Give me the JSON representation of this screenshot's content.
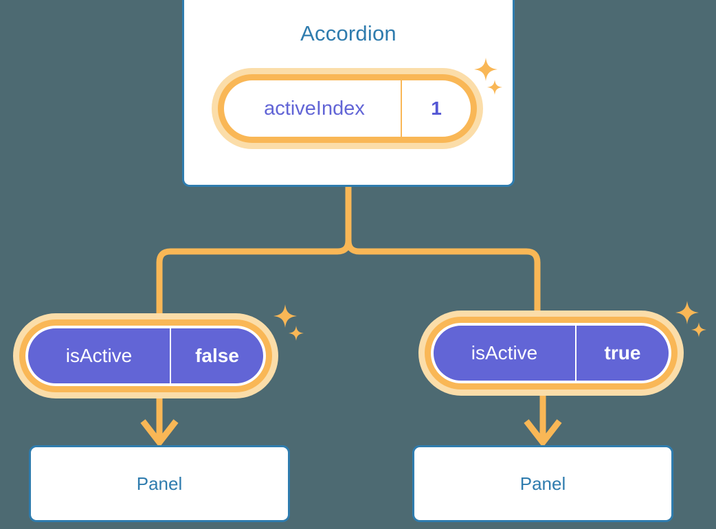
{
  "background_color": "#4d6a72",
  "palette": {
    "card_border": "#2f7cae",
    "card_text": "#2f7cae",
    "card_fill": "#ffffff",
    "accent_orange": "#f9b756",
    "accent_orange_glow": "#fbdda9",
    "state_purple": "#6265d6",
    "state_value_purple": "#5457d4",
    "state_text_light": "#ffffff"
  },
  "diagram": {
    "type": "component-state-tree",
    "root": {
      "name": "accordion-card",
      "title": "Accordion",
      "state": {
        "key": "activeIndex",
        "value": "1",
        "style": "light"
      },
      "sparkles": [
        "sparkle-large",
        "sparkle-small"
      ]
    },
    "children": [
      {
        "name": "panel-left",
        "state": {
          "key": "isActive",
          "value": "false",
          "style": "filled"
        },
        "card_title": "Panel",
        "sparkles": [
          "sparkle-large",
          "sparkle-small"
        ]
      },
      {
        "name": "panel-right",
        "state": {
          "key": "isActive",
          "value": "true",
          "style": "filled"
        },
        "card_title": "Panel",
        "sparkles": [
          "sparkle-large",
          "sparkle-small"
        ]
      }
    ],
    "connectors": {
      "root_to_split": "vertical",
      "split": "bracket",
      "state_to_panel": "arrow-down"
    }
  }
}
